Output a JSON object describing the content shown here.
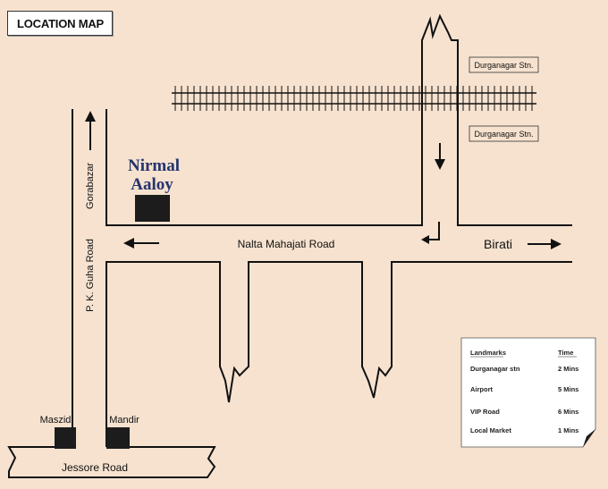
{
  "title": "LOCATION MAP",
  "project": {
    "name_line1": "Nirmal",
    "name_line2": "Aaloy"
  },
  "roads": {
    "nalta": "Nalta Mahajati Road",
    "pk_guha": "P. K. Guha Road",
    "jessore": "Jessore Road",
    "gorabazar": "Gorabazar",
    "birati": "Birati"
  },
  "stations": {
    "upper": "Durganagar Stn.",
    "lower": "Durganagar Stn."
  },
  "places": {
    "maszid": "Maszid",
    "mandir": "Mandir"
  },
  "legend": {
    "header_landmarks": "Landmarks",
    "header_time": "Time",
    "rows": [
      {
        "landmark": "Durganagar stn",
        "time": "2 Mins"
      },
      {
        "landmark": "Airport",
        "time": "5 Mins"
      },
      {
        "landmark": "VIP Road",
        "time": "6 Mins"
      },
      {
        "landmark": "Local Market",
        "time": "1 Mins"
      }
    ]
  },
  "colors": {
    "background": "#f6e2cf",
    "line": "#111111",
    "brand": "#24346e"
  }
}
